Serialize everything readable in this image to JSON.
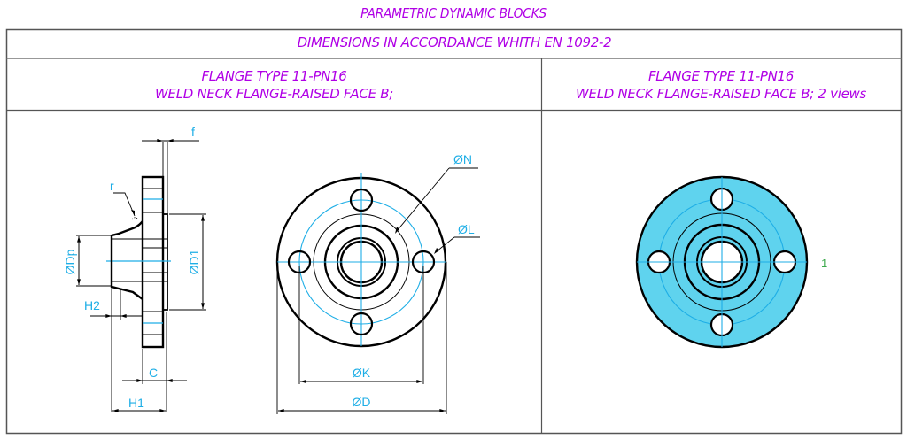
{
  "title": "PARAMETRIC DYNAMIC BLOCKS",
  "subtitle": "DIMENSIONS IN ACCORDANCE WHITH EN 1092-2",
  "left_panel": {
    "line1": "FLANGE TYPE 11-PN16",
    "line2": "WELD NECK FLANGE-RAISED FACE B;"
  },
  "right_panel": {
    "line1": "FLANGE TYPE 11-PN16",
    "line2": "WELD NECK FLANGE-RAISED FACE B; 2 views"
  },
  "side_view_labels": {
    "f": "f",
    "r": "r",
    "dp": "ØDp",
    "d1": "ØD1",
    "h2": "H2",
    "c": "C",
    "h1": "H1"
  },
  "front_view_labels": {
    "n": "ØN",
    "l": "ØL",
    "k": "ØK",
    "d": "ØD"
  },
  "right_view": {
    "visibility_state_label": "1"
  },
  "colors": {
    "header_text": "#b000e6",
    "dimension_text": "#1eaee6",
    "center_line": "#1eaee6",
    "fill": "#5fd3ee",
    "state_label": "#3aa84a",
    "outline": "#000000",
    "border": "#555555"
  }
}
